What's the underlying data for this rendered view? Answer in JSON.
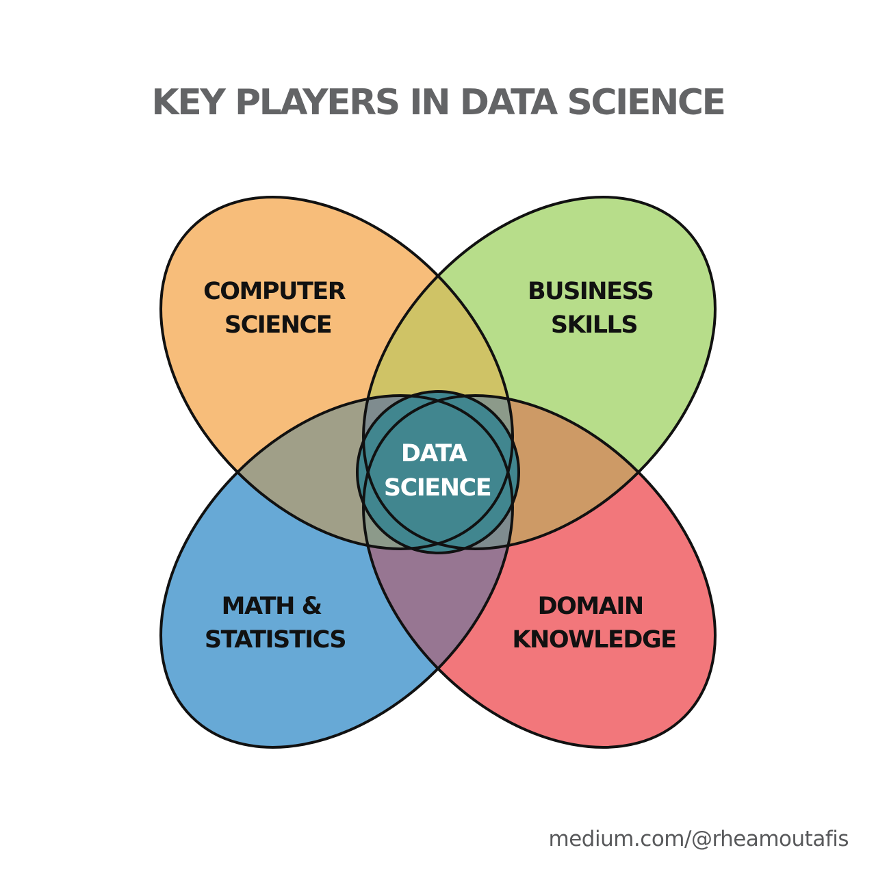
{
  "title": "KEY PLAYERS IN DATA SCIENCE",
  "credit": "medium.com/@rheamoutafis",
  "sets": [
    {
      "id": "computer-science",
      "lines": [
        "COMPUTER",
        "SCIENCE"
      ],
      "color": "#f7bd7a"
    },
    {
      "id": "business-skills",
      "lines": [
        "BUSINESS",
        "SKILLS"
      ],
      "color": "#b7dd8a"
    },
    {
      "id": "math-statistics",
      "lines": [
        "MATH &",
        "STATISTICS"
      ],
      "color": "#67a9d6"
    },
    {
      "id": "domain-knowledge",
      "lines": [
        "DOMAIN",
        "KNOWLEDGE"
      ],
      "color": "#f2777b"
    }
  ],
  "center": {
    "lines": [
      "DATA",
      "SCIENCE"
    ],
    "color": "#41868f"
  },
  "overlap_colors": {
    "cs_business": "#cfc366",
    "cs_math": "#a09f88",
    "business_domain": "#cd9a66",
    "math_domain": "#977692"
  },
  "outline_color": "#111111"
}
